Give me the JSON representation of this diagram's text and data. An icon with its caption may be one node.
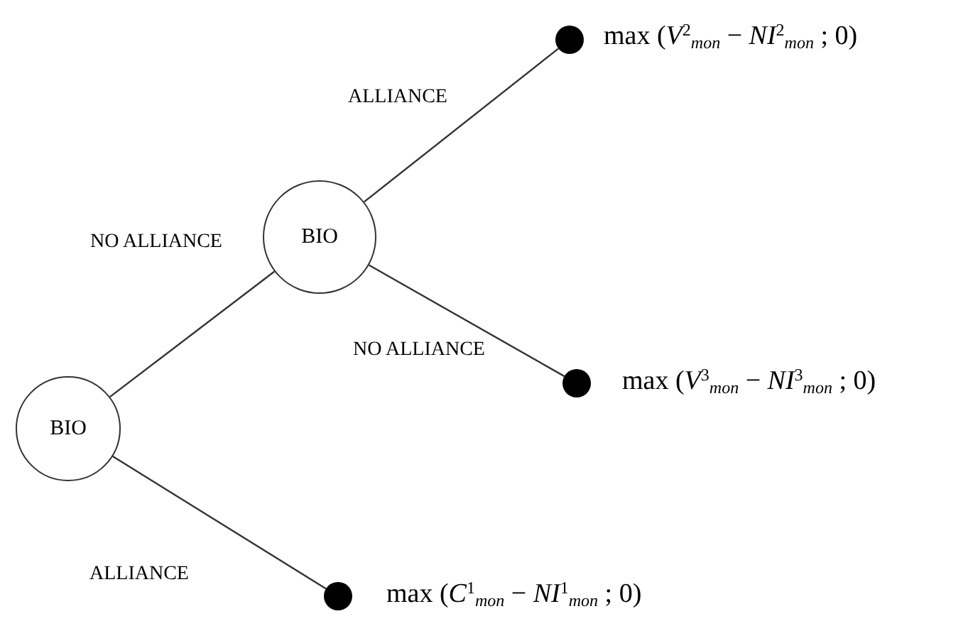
{
  "diagram": {
    "nodes": [
      {
        "text": [
          "BIO"
        ]
      },
      {
        "text": [
          "BIO"
        ]
      },
      {
        "text": [],
        "shape": "circle",
        "beside": [
          "max (*V*$^{2}$$_{mon}$ − *NI*$^{2}$$_{mon}$ ; 0)"
        ]
      },
      {
        "text": [],
        "shape": "circle",
        "beside": [
          "max (*V*$^{3}$$_{mon}$ − *NI*$^{3}$$_{mon}$ ; 0)"
        ]
      },
      {
        "text": [],
        "shape": "circle",
        "beside": [
          "max (*C*$^{1}$$_{mon}$ − *NI*$^{1}$$_{mon}$ ; 0)"
        ]
      }
    ],
    "edges": [
      {
        "from": 0,
        "to": 1,
        "arrow": "none",
        "label": "NO ALLIANCE"
      },
      {
        "from": 1,
        "to": 2,
        "arrow": "none",
        "label": "ALLIANCE"
      },
      {
        "from": 1,
        "to": 3,
        "arrow": "none",
        "label": "NO ALLIANCE"
      },
      {
        "from": 0,
        "to": 4,
        "arrow": "none",
        "label": "ALLIANCE"
      }
    ]
  }
}
